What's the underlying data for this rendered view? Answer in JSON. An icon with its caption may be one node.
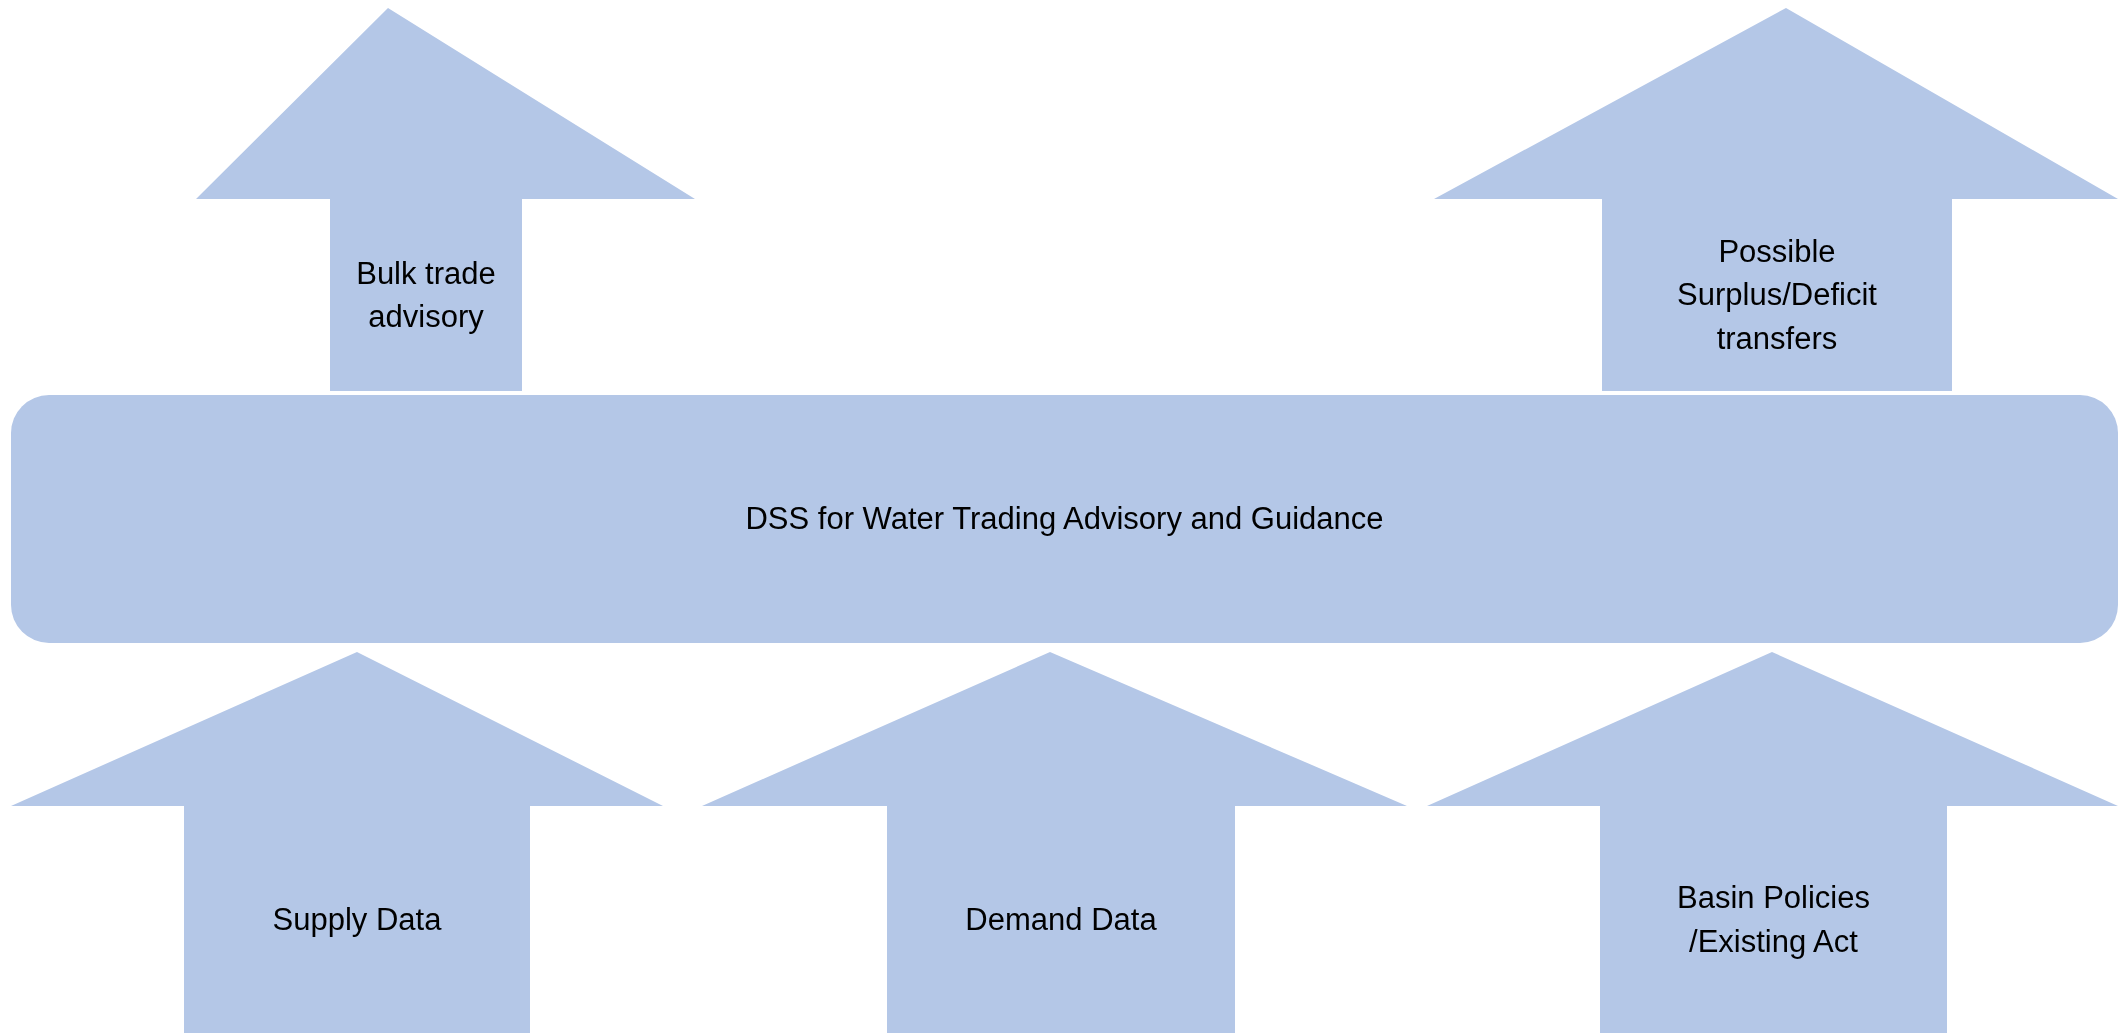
{
  "diagram": {
    "nodes": [
      {
        "text": [
          "Bulk trade advisory"
        ]
      },
      {
        "text": [
          "Possible Surplus/Deficit transfers"
        ]
      },
      {
        "text": [
          "DSS for Water Trading Advisory and Guidance"
        ]
      },
      {
        "text": [
          "Supply Data"
        ]
      },
      {
        "text": [
          "Demand Data"
        ]
      },
      {
        "text": [
          "Basin Policies /Existing Act"
        ]
      }
    ]
  }
}
